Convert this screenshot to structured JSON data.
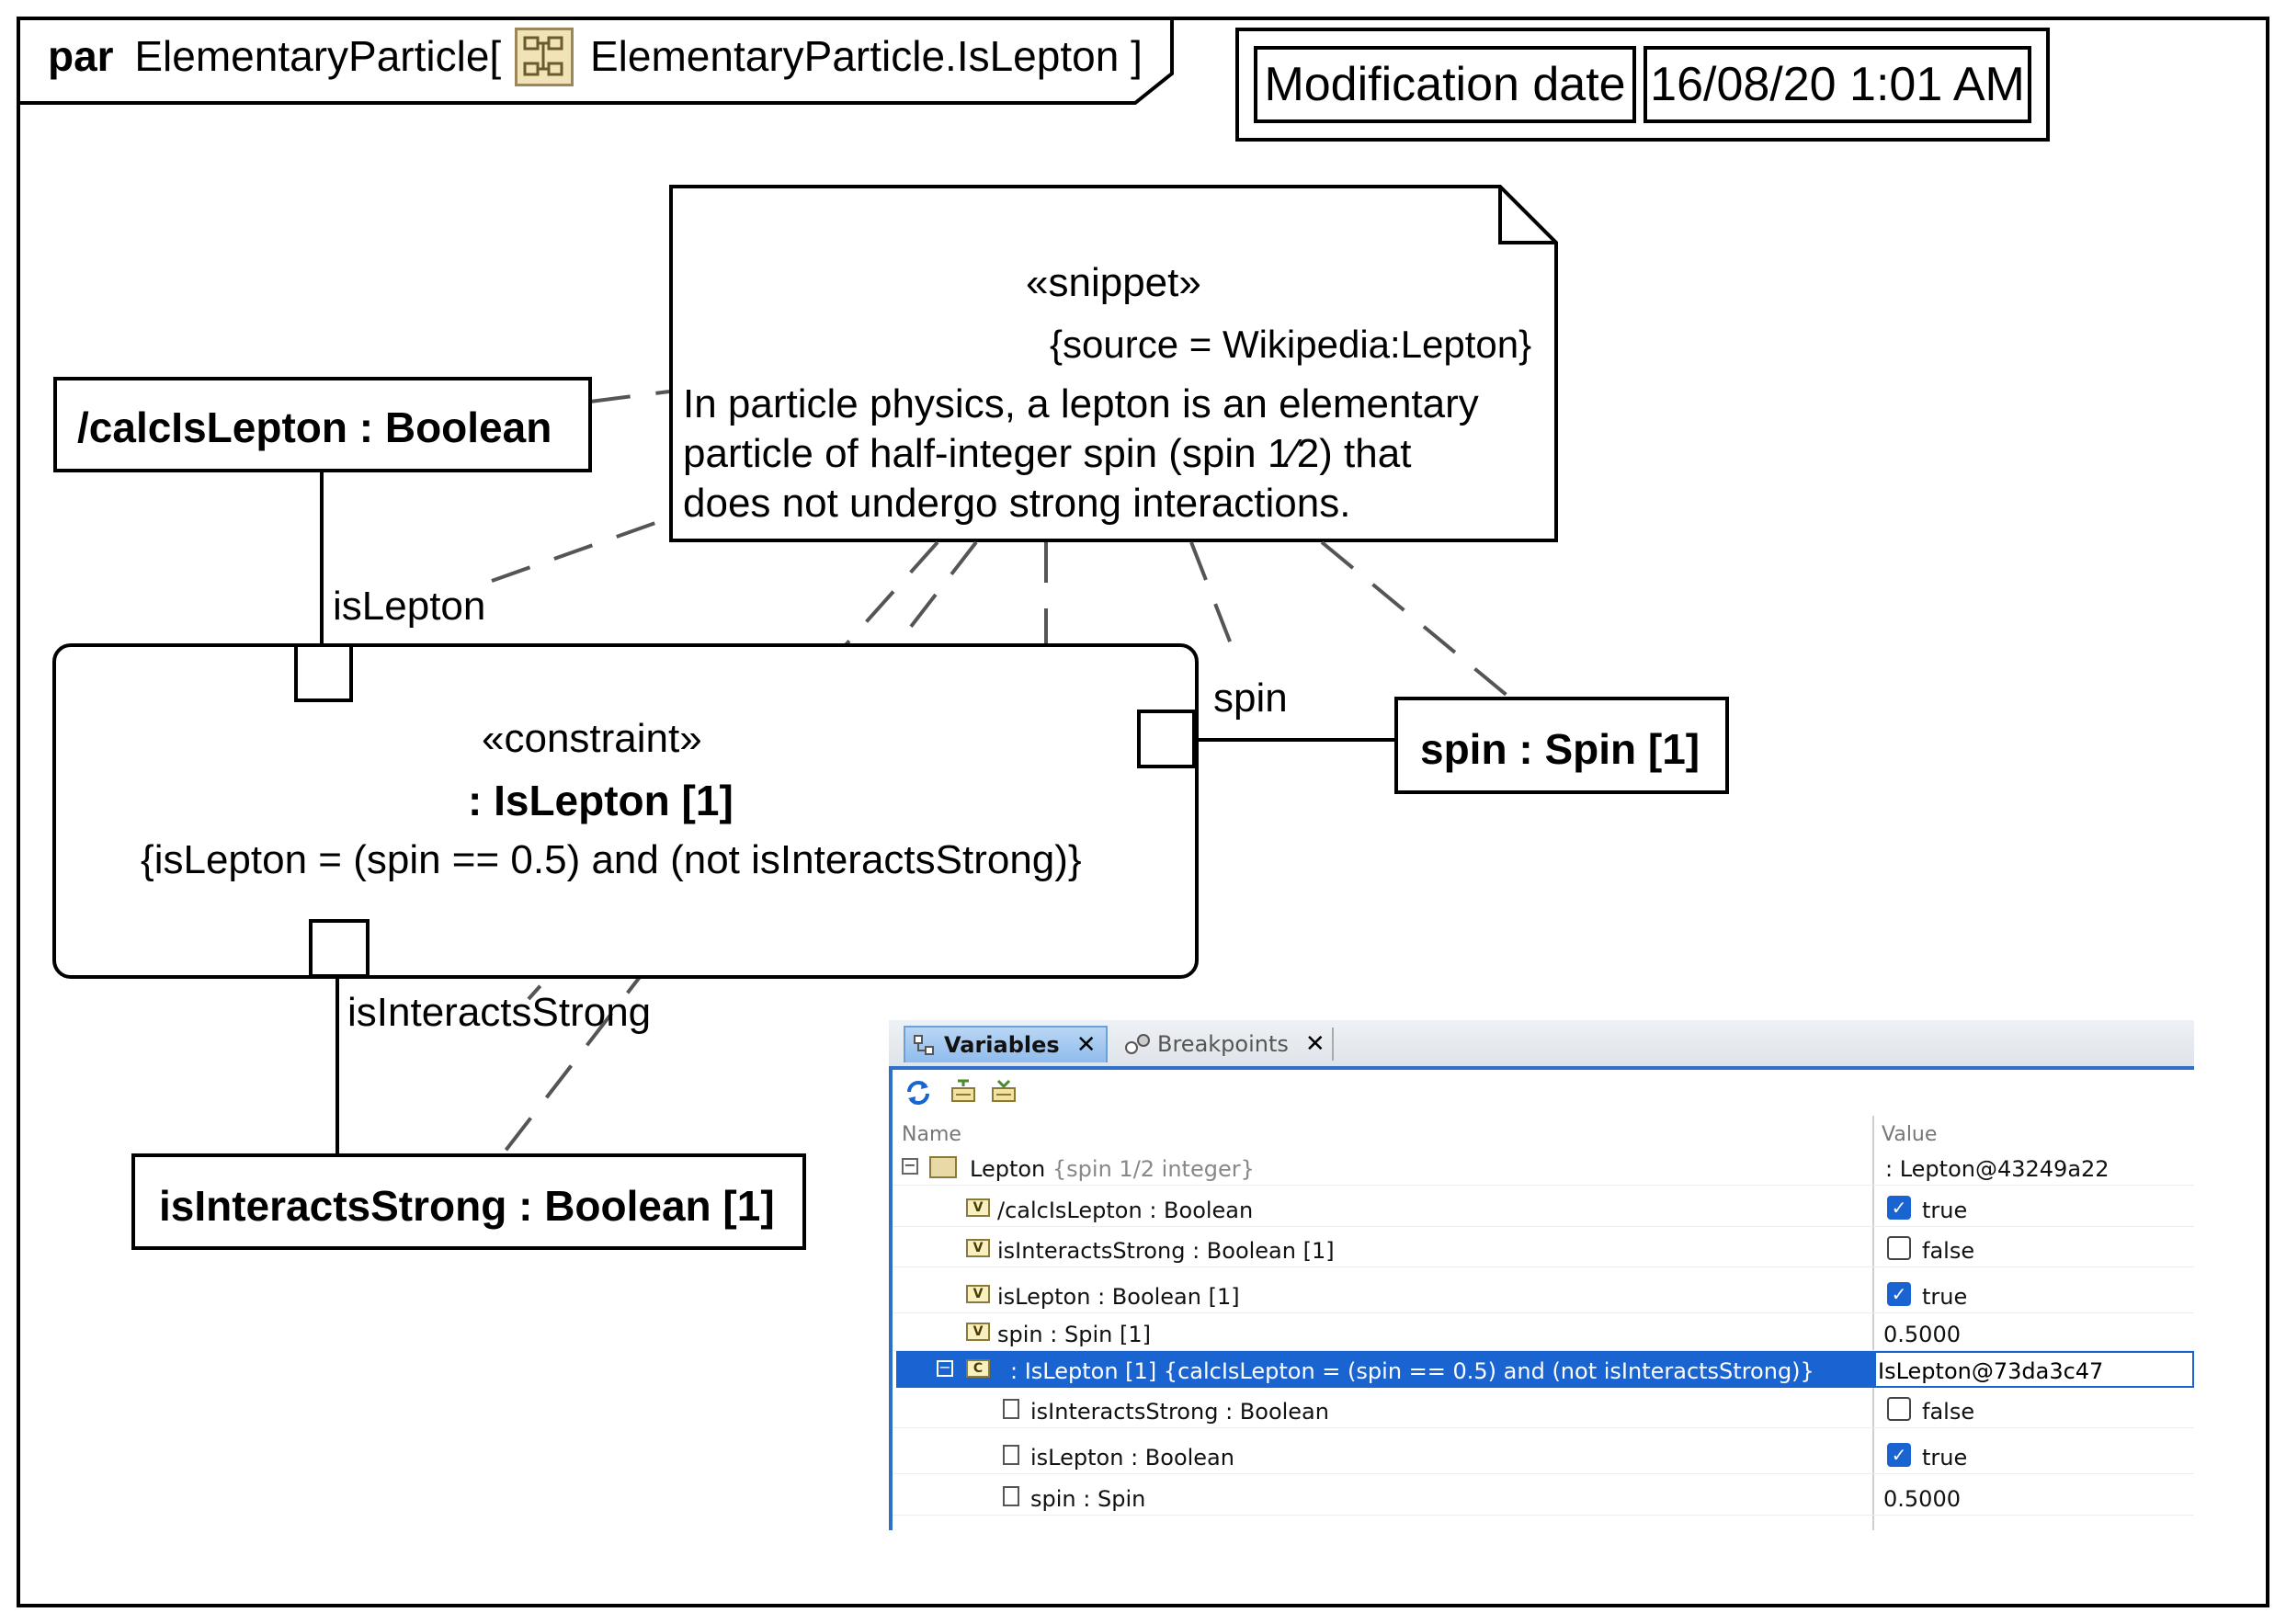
{
  "frame": {
    "keyword": "par",
    "name": "ElementaryParticle[",
    "diagram_ref": "ElementaryParticle.IsLepton ]",
    "icon": "parametric-diagram-icon"
  },
  "modification": {
    "label": "Modification date",
    "value": "16/08/20 1:01 AM"
  },
  "snippet": {
    "stereotype": "«snippet»",
    "source": "{source = Wikipedia:Lepton}",
    "lines": [
      "In particle physics, a lepton is an elementary",
      "particle of half-integer spin (spin 1⁄2) that",
      "does not undergo strong interactions."
    ]
  },
  "calc_property": {
    "label": "/calcIsLepton : Boolean"
  },
  "constraint": {
    "stereotype": "«constraint»",
    "name": ": IsLepton [1]",
    "expression": "{isLepton = (spin == 0.5) and (not isInteractsStrong)}"
  },
  "spin_property": {
    "label": "spin : Spin [1]"
  },
  "interacts_property": {
    "label": "isInteractsStrong : Boolean [1]"
  },
  "connector_labels": {
    "is_lepton": "isLepton",
    "spin": "spin",
    "is_interacts_strong": "isInteractsStrong"
  },
  "debugger": {
    "tabs": [
      {
        "label": "Variables",
        "icon": "variables-icon",
        "active": true
      },
      {
        "label": "Breakpoints",
        "icon": "breakpoints-icon",
        "active": false
      }
    ],
    "toolbar_icons": [
      "refresh-icon",
      "expand-icon",
      "collapse-icon"
    ],
    "columns": {
      "name": "Name",
      "value": "Value"
    },
    "rows": [
      {
        "name": "Lepton",
        "extra": "{spin 1/2 integer}",
        "value": ": Lepton@43249a22",
        "icon": "class-icon",
        "level": 0,
        "expander": "minus"
      },
      {
        "name": "/calcIsLepton",
        "type": ": Boolean",
        "value": "true",
        "icon": "V",
        "level": 1,
        "checked": true
      },
      {
        "name": "isInteractsStrong",
        "type": ": Boolean [1]",
        "value": "false",
        "icon": "V",
        "level": 1,
        "checked": false
      },
      {
        "name": "isLepton",
        "type": ": Boolean [1]",
        "value": "true",
        "icon": "V",
        "level": 1,
        "checked": true
      },
      {
        "name": "spin",
        "type": ": Spin [1]",
        "value": "0.5000",
        "icon": "V",
        "level": 1
      },
      {
        "name": ": IsLepton [1] {calcIsLepton = (spin == 0.5) and (not isInteractsStrong)}",
        "value": "IsLepton@73da3c47",
        "icon": "C",
        "level": 1,
        "selected": true,
        "expander": "minus"
      },
      {
        "name": "isInteractsStrong",
        "type": ": Boolean",
        "value": "false",
        "icon": "param",
        "level": 2,
        "checked": false
      },
      {
        "name": "isLepton",
        "type": ": Boolean",
        "value": "true",
        "icon": "param",
        "level": 2,
        "checked": true
      },
      {
        "name": "spin",
        "type": ": Spin",
        "value": "0.5000",
        "icon": "param",
        "level": 2
      }
    ]
  }
}
